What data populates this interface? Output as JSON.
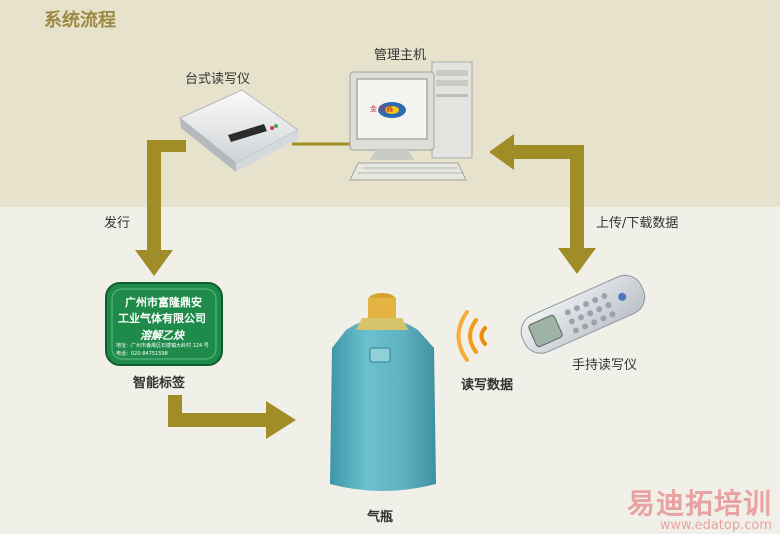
{
  "title": "系统流程",
  "labels": {
    "desktop_reader": "台式读写仪",
    "management_host": "管理主机",
    "issue": "发行",
    "upload_download": "上传/下载数据",
    "smart_tag": "智能标签",
    "read_write_data": "读写数据",
    "handheld_reader": "手持读写仪",
    "gas_cylinder": "气瓶"
  },
  "tag_card": {
    "line1": "广州市富隆鼎安",
    "line2": "工业气体有限公司",
    "line3": "溶解乙炔",
    "small1": "地址：广州市番禺区石楼镇大岭村 124 号",
    "small2": "电话：020-84751598"
  },
  "monitor_logo": "金   铭鑫",
  "watermark": {
    "text": "易迪拓培训",
    "url": "www.edatop.com"
  },
  "colors": {
    "arrow": "#a08d28",
    "band_top": "#e7e2cb",
    "band_bottom": "#f1f0e8",
    "cylinder": "#5fb1c2",
    "tag_card": "#1e8b4a"
  }
}
